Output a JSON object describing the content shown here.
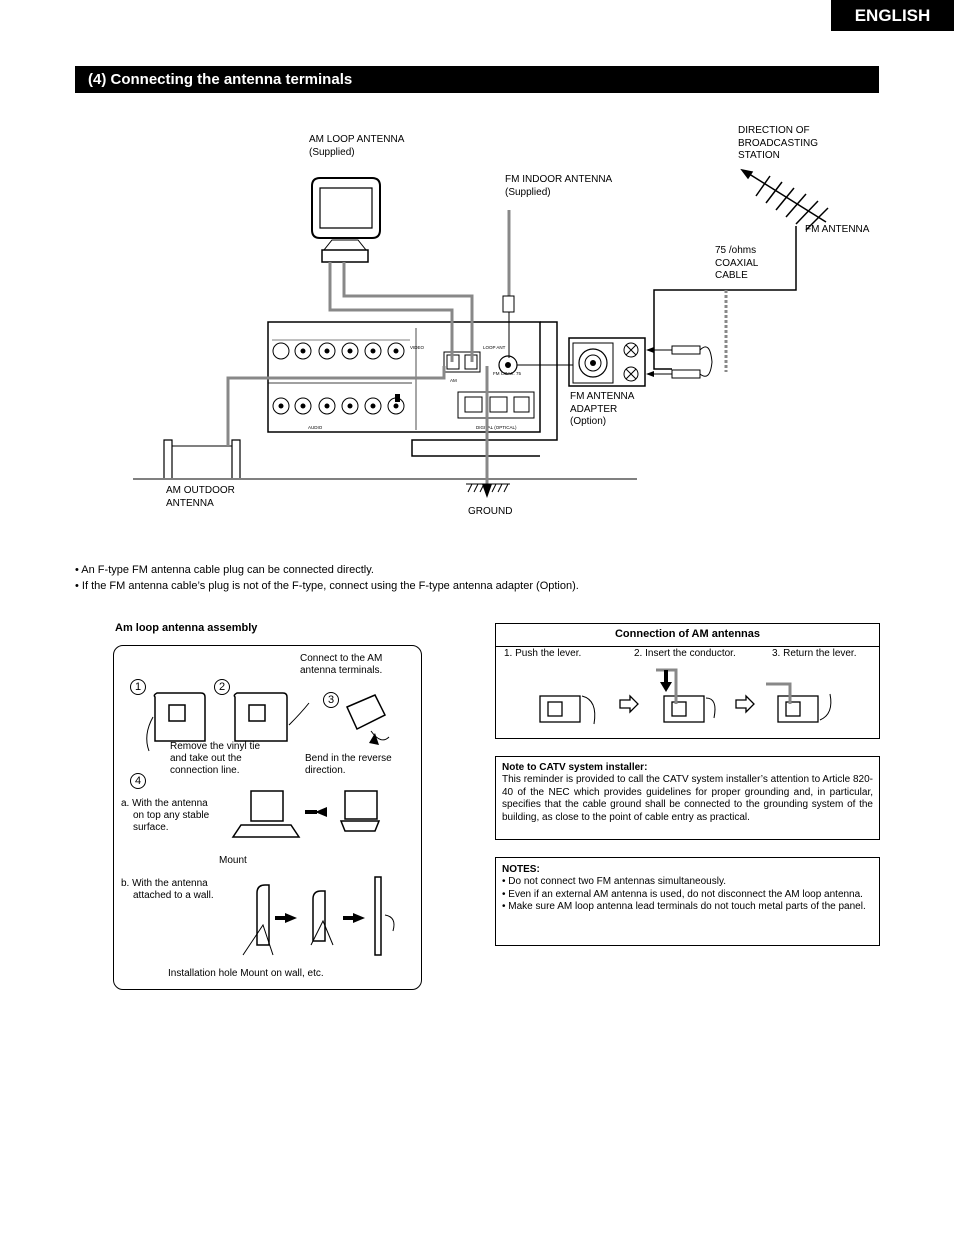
{
  "header": {
    "language_tab": "ENGLISH",
    "section_title": "(4) Connecting the antenna terminals"
  },
  "diagram": {
    "am_loop_antenna": "AM LOOP ANTENNA",
    "am_loop_supplied": "(Supplied)",
    "fm_indoor_antenna": "FM INDOOR ANTENNA",
    "fm_indoor_supplied": "(Supplied)",
    "direction_line1": "DIRECTION OF",
    "direction_line2": "BROADCASTING",
    "direction_line3": "STATION",
    "fm_antenna": "FM ANTENNA",
    "coax_line1": "75    /ohms",
    "coax_line2": "COAXIAL",
    "coax_line3": "CABLE",
    "adapter_line1": "FM ANTENNA",
    "adapter_line2": "ADAPTER",
    "adapter_line3": "(Option)",
    "am_outdoor_line1": "AM OUTDOOR",
    "am_outdoor_line2": "ANTENNA",
    "ground": "GROUND",
    "panel_video": "VIDEO",
    "panel_loop_ant": "LOOP ANT",
    "panel_am": "AM",
    "panel_fm": "FM COAX. 75",
    "panel_audio": "AUDIO",
    "panel_optical": "DIGITAL (OPTICAL)"
  },
  "bullets": [
    "• An F-type FM antenna cable plug can be connected directly.",
    "• If the FM antenna cable’s plug is not of the F-type, connect using the F-type antenna adapter (Option)."
  ],
  "assembly": {
    "title": "Am loop antenna assembly",
    "step1": "1",
    "step2": "2",
    "step3": "3",
    "step4": "4",
    "connect_line1": "Connect to the AM",
    "connect_line2": "antenna terminals.",
    "remove_line1": "Remove the vinyl tie",
    "remove_line2": "and take out the",
    "remove_line3": "connection line.",
    "bend_line1": "Bend in the reverse",
    "bend_line2": "direction.",
    "a_line1": "a. With the antenna",
    "a_line2": "on top any stable",
    "a_line3": "surface.",
    "mount": "Mount",
    "b_line1": "b. With the antenna",
    "b_line2": "attached to a wall.",
    "install": "Installation hole Mount on wall, etc."
  },
  "connection": {
    "title": "Connection of AM antennas",
    "step1": "1. Push the lever.",
    "step2": "2. Insert the conductor.",
    "step3": "3. Return the lever."
  },
  "catv": {
    "title": "Note to CATV system installer:",
    "text": "This reminder is provided to call the CATV system installer’s attention to Article 820-40 of the NEC which provides guidelines for proper grounding and, in particular, specifies that the cable ground shall be connected to the grounding system of the building, as close to the point of cable entry as practical."
  },
  "notes": {
    "title": "NOTES:",
    "items": [
      "• Do not connect two FM antennas simultaneously.",
      "• Even if an external AM antenna is used, do not disconnect the AM loop antenna.",
      "• Make sure AM loop antenna lead terminals do not touch metal parts of the panel."
    ]
  }
}
